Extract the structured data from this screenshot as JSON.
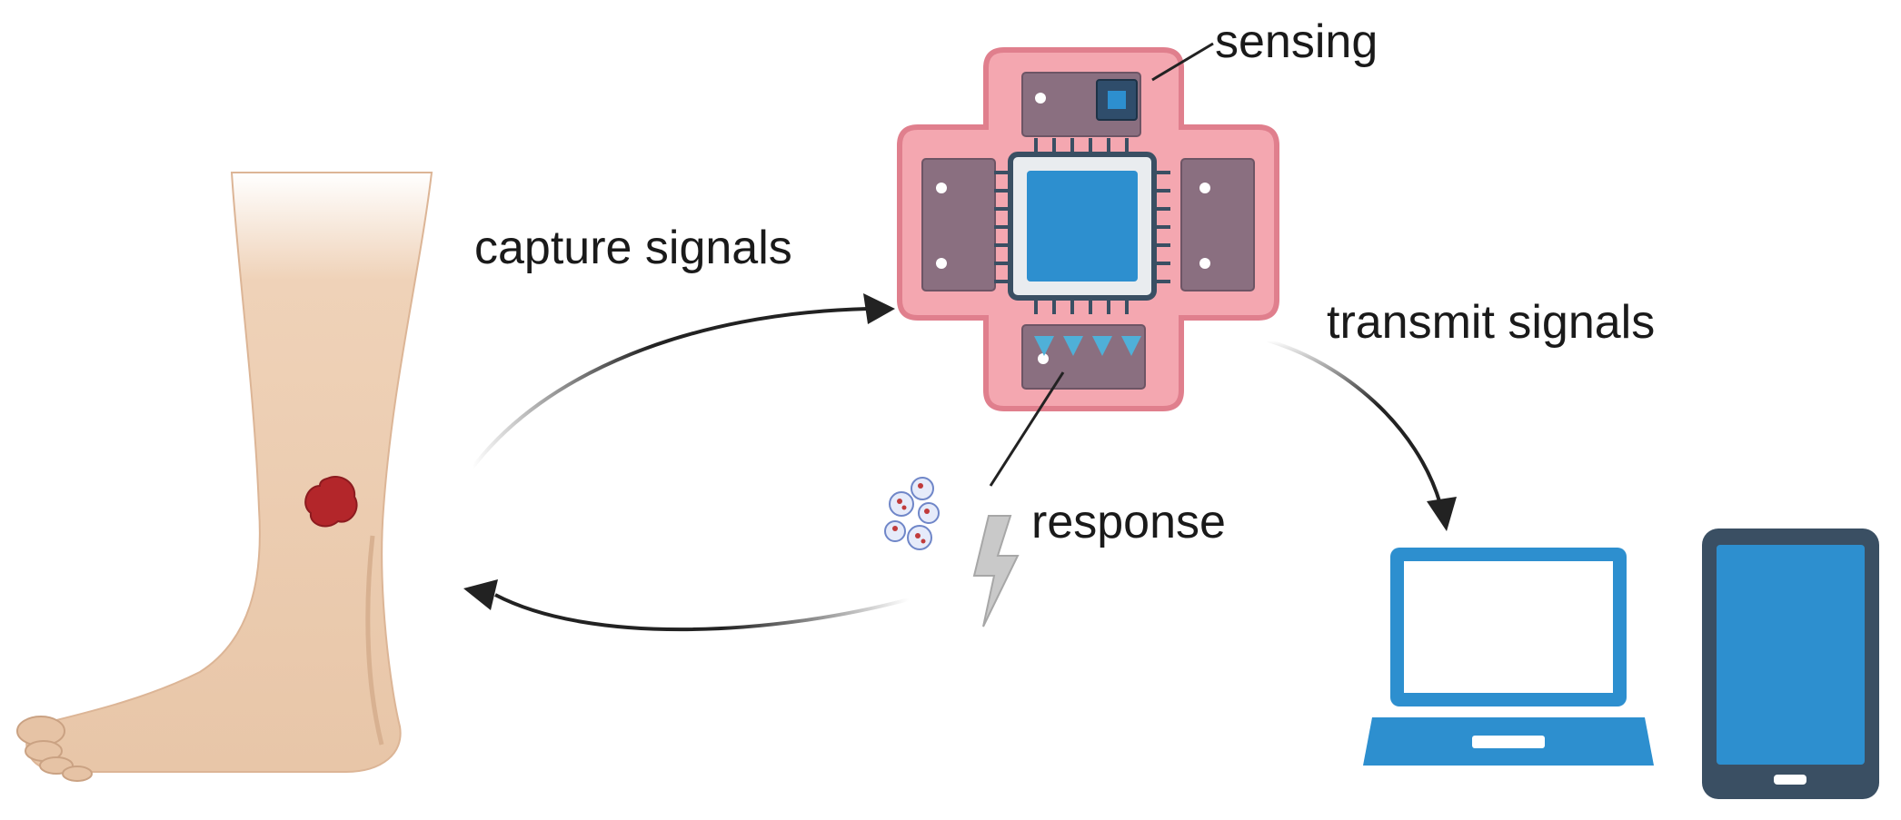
{
  "labels": {
    "sensing": "sensing",
    "capture": "capture signals",
    "transmit": "transmit signals",
    "response": "response"
  },
  "colors": {
    "skin": "#efd2b8",
    "wound": "#b3262a",
    "patch": "#f4a7b0",
    "chip": "#2d8fcf",
    "device": "#2d8fcf",
    "device_frame": "#3a4f63",
    "arrow": "#222222",
    "electrode": "#8a6f80"
  },
  "icons": [
    "leg-with-wound",
    "wearable-sensor-patch",
    "microchip-icon",
    "drug-particles-icon",
    "lightning-icon",
    "laptop-icon",
    "tablet-icon"
  ]
}
